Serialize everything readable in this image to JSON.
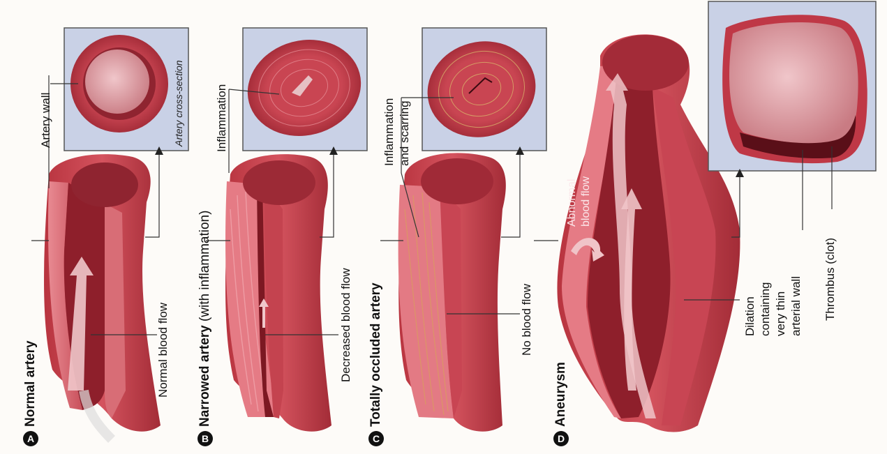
{
  "panels": {
    "a": {
      "letter": "A",
      "title": "Normal artery",
      "label_wall": "Artery wall",
      "label_flow": "Normal blood flow",
      "label_section": "Artery cross-section"
    },
    "b": {
      "letter": "B",
      "title_bold": "Narrowed artery",
      "title_rest": " (with inflammation)",
      "label_inflammation": "Inflammation",
      "label_flow": "Decreased blood flow"
    },
    "c": {
      "letter": "C",
      "title": "Totally occluded artery",
      "label_inflammation_1": "Inflammation",
      "label_inflammation_2": "and scarring",
      "label_flow": "No blood flow"
    },
    "d": {
      "letter": "D",
      "title": "Aneurysm",
      "label_abnormal_1": "Abnormal",
      "label_abnormal_2": "blood flow",
      "label_dilation_1": "Dilation",
      "label_dilation_2": "containing",
      "label_dilation_3": "very thin",
      "label_dilation_4": "arterial wall",
      "label_thrombus": "Thrombus (clot)"
    }
  },
  "colors": {
    "artery_dark": "#9e2b37",
    "artery_mid": "#c4424f",
    "artery_light": "#e3838b",
    "inset_bg": "#c9d1e6",
    "lumen": "#e7b4b8"
  }
}
